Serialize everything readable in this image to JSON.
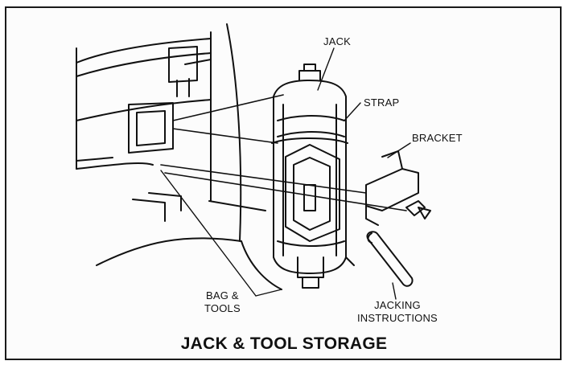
{
  "labels": {
    "jack": "JACK",
    "strap": "STRAP",
    "bracket": "BRACKET",
    "bag_tools_line1": "BAG &",
    "bag_tools_line2": "TOOLS",
    "jacking_line1": "JACKING",
    "jacking_line2": "INSTRUCTIONS"
  },
  "caption": "JACK & TOOL STORAGE",
  "colors": {
    "ink": "#111111",
    "paper": "#fcfcfc"
  }
}
